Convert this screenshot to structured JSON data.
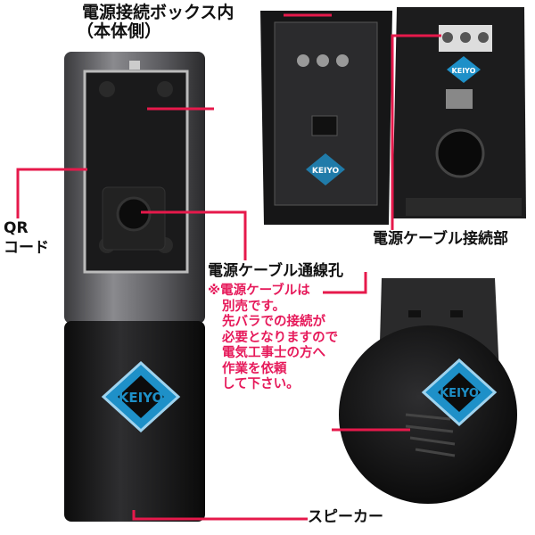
{
  "labels": {
    "box_inside": "電源接続ボックス内",
    "box_inside_sub": "（本体側）",
    "qr_line1": "QR",
    "qr_line2": "コード",
    "cable_hole": "電源ケーブル通線孔",
    "cable_connection": "電源ケーブル接続部",
    "speaker": "スピーカー"
  },
  "note": {
    "lines": [
      "※電源ケーブルは",
      "別売です。",
      "先バラでの接続が",
      "必要となりますので",
      "電気工事士の方へ",
      "作業を依頼",
      "して下さい。"
    ]
  },
  "brand_logo": "KEIYO",
  "colors": {
    "callout_line": "#e6194b",
    "note_text": "#e6195a",
    "logo_blue": "#1e90c8"
  }
}
